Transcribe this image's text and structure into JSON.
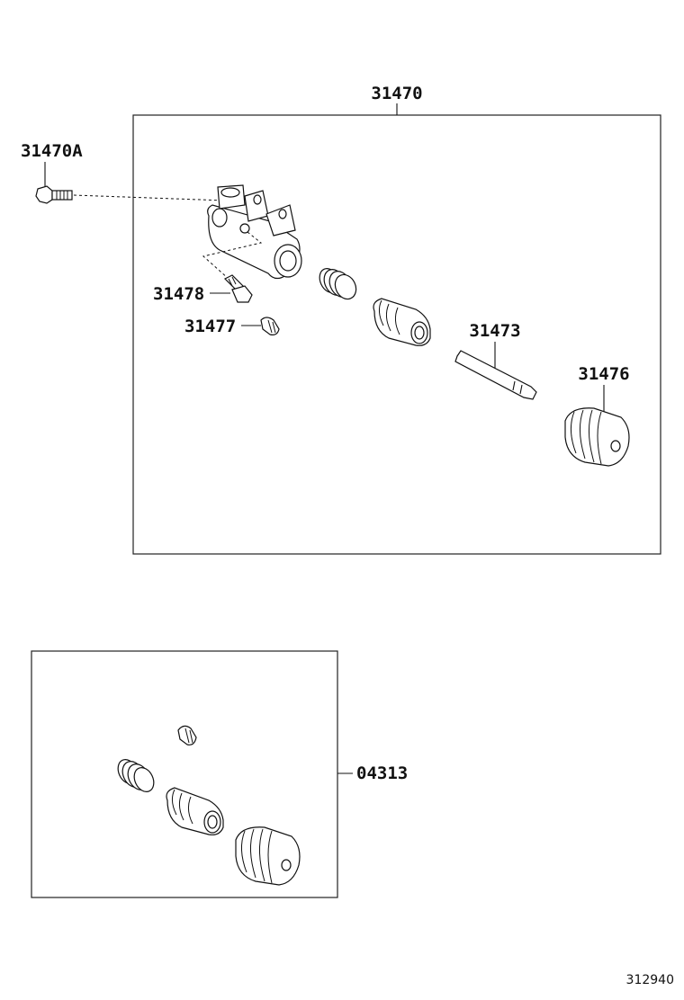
{
  "labels": {
    "assembly": "31470",
    "bolt": "31470A",
    "bleeder_plug": "31478",
    "bleeder_cap": "31477",
    "push_rod": "31473",
    "boot": "31476",
    "kit": "04313"
  },
  "figure_number": "312940"
}
